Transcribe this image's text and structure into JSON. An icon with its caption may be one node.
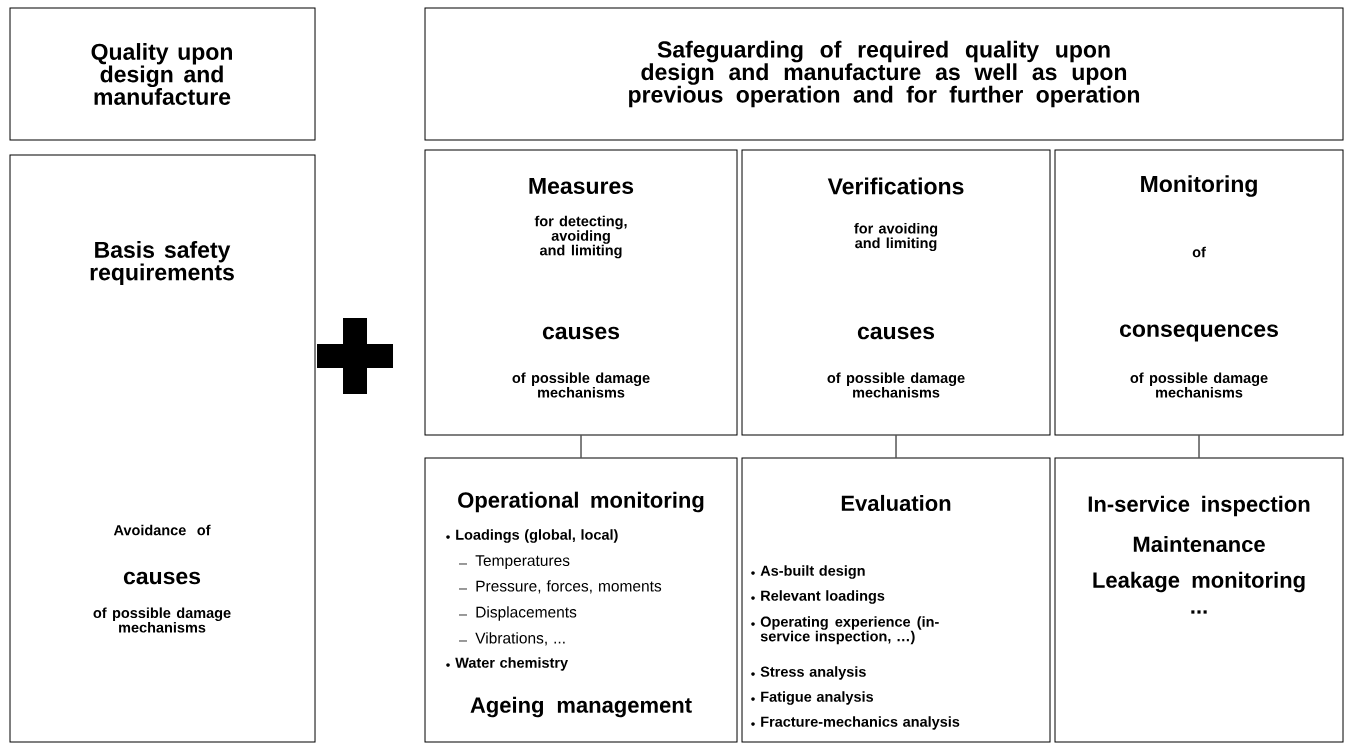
{
  "diagram": {
    "nodes": [
      {
        "text": [
          "Quality upon design and manufacture"
        ]
      },
      {
        "text": [
          "Safeguarding of required quality upon design and manufacture as well as upon previous operation and for further operation"
        ]
      },
      {
        "text": [
          "Basis safety requirements",
          "Avoidance of",
          "causes",
          "of possible damage mechanisms"
        ]
      },
      {
        "text": [
          "Measures",
          "for detecting, avoiding and limiting",
          "causes",
          "of possible damage mechanisms"
        ]
      },
      {
        "text": [
          "Verifications",
          "for avoiding and limiting",
          "causes",
          "of possible damage mechanisms"
        ]
      },
      {
        "text": [
          "Monitoring",
          "of",
          "consequences",
          "of possible damage mechanisms"
        ]
      },
      {
        "text": [
          "Operational monitoring",
          "Loadings (global, local)",
          "Temperatures",
          "Pressure, forces, moments",
          "Displacements",
          "Vibrations, ...",
          "Water chemistry",
          "Ageing management"
        ]
      },
      {
        "text": [
          "Evaluation",
          "As-built design",
          "Relevant loadings",
          "Operating experience (in-service inspection, …)",
          "Stress analysis",
          "Fatigue analysis",
          "Fracture-mechanics analysis"
        ]
      },
      {
        "text": [
          "In-service inspection",
          "Maintenance",
          "Leakage monitoring",
          "..."
        ]
      }
    ],
    "edges": [
      {
        "from": 3,
        "to": 6,
        "arrow": "none"
      },
      {
        "from": 4,
        "to": 7,
        "arrow": "none"
      },
      {
        "from": 5,
        "to": 8,
        "arrow": "none"
      }
    ]
  }
}
